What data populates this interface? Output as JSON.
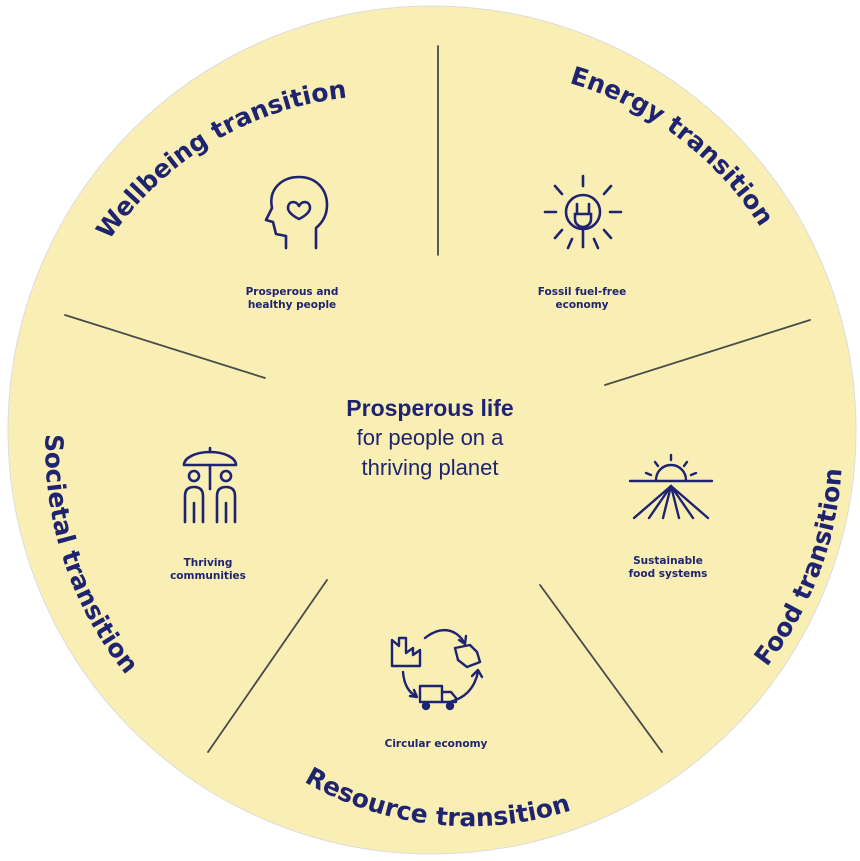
{
  "center": {
    "title": "Prosperous life",
    "line1": "for people on a",
    "line2": "thriving planet"
  },
  "transitions": [
    "Wellbeing transition",
    "Energy transition",
    "Food transition",
    "Resource transition",
    "Societal transition"
  ],
  "goals": {
    "wellbeing": [
      "Prosperous and",
      "healthy people"
    ],
    "energy": [
      "Fossil fuel-free",
      "economy"
    ],
    "food": [
      "Sustainable",
      "food systems"
    ],
    "resource": [
      "Circular economy"
    ],
    "societal": [
      "Thriving",
      "communities"
    ]
  },
  "icons": {
    "wellbeing": "head-with-heart-icon",
    "energy": "sun-with-plug-icon",
    "food": "sunrise-over-field-icon",
    "resource": "circular-supply-chain-icon",
    "societal": "people-under-umbrella-icon"
  },
  "colors": {
    "circle_fill": "#f9efb4",
    "text": "#1f2470",
    "divider": "#4a4a4a"
  }
}
